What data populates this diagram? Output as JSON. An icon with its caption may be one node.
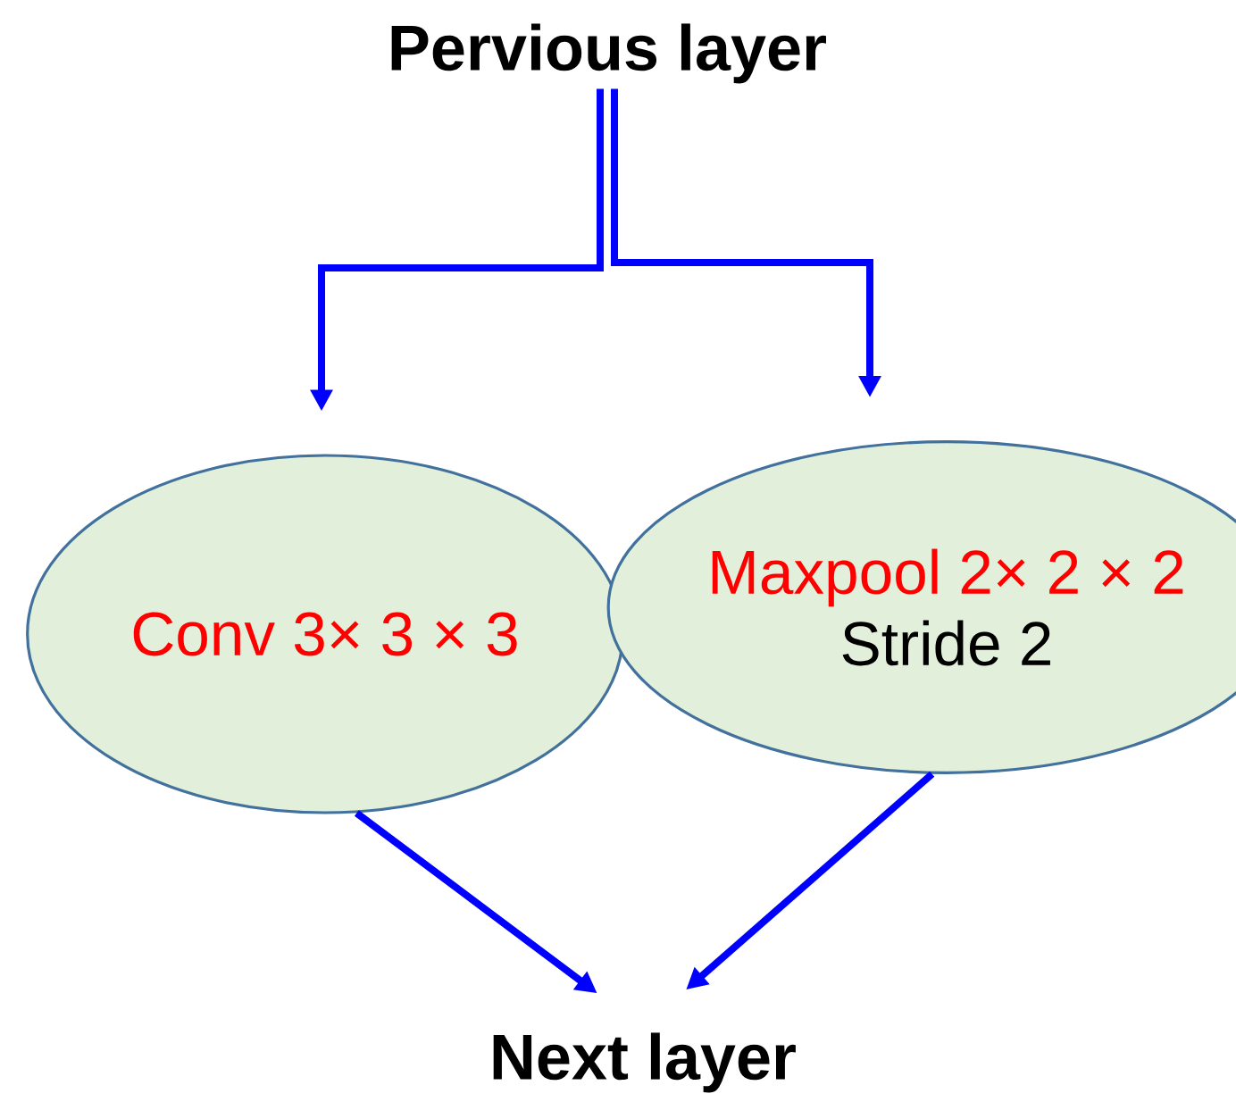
{
  "diagram": {
    "nodes": [
      {
        "text": [
          "Pervious layer"
        ]
      },
      {
        "text": [
          "Conv 3× 3 × 3"
        ]
      },
      {
        "text": [
          "Maxpool 2× 2 × 2",
          "Stride 2"
        ]
      },
      {
        "text": [
          "Next layer"
        ]
      }
    ],
    "edges": [
      {
        "from": 0,
        "to": 1,
        "arrow": "to"
      },
      {
        "from": 0,
        "to": 2,
        "arrow": "to"
      },
      {
        "from": 1,
        "to": 3,
        "arrow": "to"
      },
      {
        "from": 2,
        "to": 3,
        "arrow": "to"
      }
    ]
  }
}
